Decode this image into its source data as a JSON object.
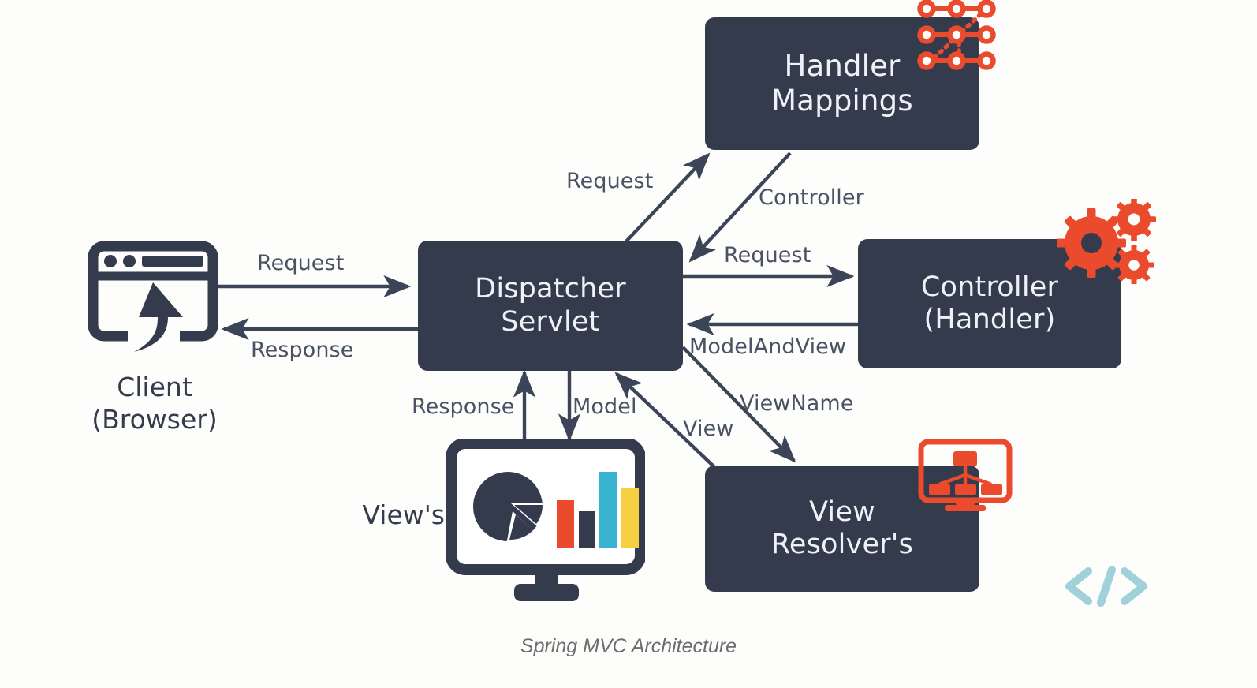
{
  "caption": "Spring MVC Architecture",
  "colors": {
    "node_fill": "#333b4d",
    "node_text": "#eef1f6",
    "arrow": "#3c4458",
    "label_text": "#4a5164",
    "accent_red": "#ea4b2c",
    "accent_cyan": "#38b3d0",
    "accent_yellow": "#f5cf3f",
    "accent_teal": "#9ed2d8",
    "background": "#fdfdfb"
  },
  "nodes": [
    {
      "id": "handler-mappings",
      "label": "Handler\nMappings",
      "icon": "nodes-graph-icon"
    },
    {
      "id": "dispatcher-servlet",
      "label": "Dispatcher\nServlet",
      "icon": null
    },
    {
      "id": "controller",
      "label": "Controller\n(Handler)",
      "icon": "gears-icon"
    },
    {
      "id": "view-resolvers",
      "label": "View\nResolver's",
      "icon": "monitor-hierarchy-icon"
    }
  ],
  "figures": [
    {
      "id": "client",
      "label": "Client\n(Browser)",
      "icon": "browser-window-arrow-icon"
    },
    {
      "id": "views",
      "label": "View's",
      "icon": "monitor-chart-icon"
    }
  ],
  "edges": [
    {
      "id": "client-to-dispatcher",
      "label": "Request",
      "from": "client",
      "to": "dispatcher-servlet"
    },
    {
      "id": "dispatcher-to-client",
      "label": "Response",
      "from": "dispatcher-servlet",
      "to": "client"
    },
    {
      "id": "dispatcher-to-handler-mappings",
      "label": "Request",
      "from": "dispatcher-servlet",
      "to": "handler-mappings"
    },
    {
      "id": "handler-mappings-to-dispatcher",
      "label": "Controller",
      "from": "handler-mappings",
      "to": "dispatcher-servlet"
    },
    {
      "id": "dispatcher-to-controller",
      "label": "Request",
      "from": "dispatcher-servlet",
      "to": "controller"
    },
    {
      "id": "controller-to-dispatcher",
      "label": "ModelAndView",
      "from": "controller",
      "to": "dispatcher-servlet"
    },
    {
      "id": "dispatcher-to-view-resolvers",
      "label": "ViewName",
      "from": "dispatcher-servlet",
      "to": "view-resolvers"
    },
    {
      "id": "view-resolvers-to-dispatcher",
      "label": "View",
      "from": "view-resolvers",
      "to": "dispatcher-servlet"
    },
    {
      "id": "dispatcher-to-views",
      "label": "Model",
      "from": "dispatcher-servlet",
      "to": "views"
    },
    {
      "id": "views-to-dispatcher",
      "label": "Response",
      "from": "views",
      "to": "dispatcher-servlet"
    }
  ],
  "decorations": [
    {
      "id": "code-icon",
      "icon": "code-brackets-icon",
      "glyph": "</>"
    }
  ]
}
